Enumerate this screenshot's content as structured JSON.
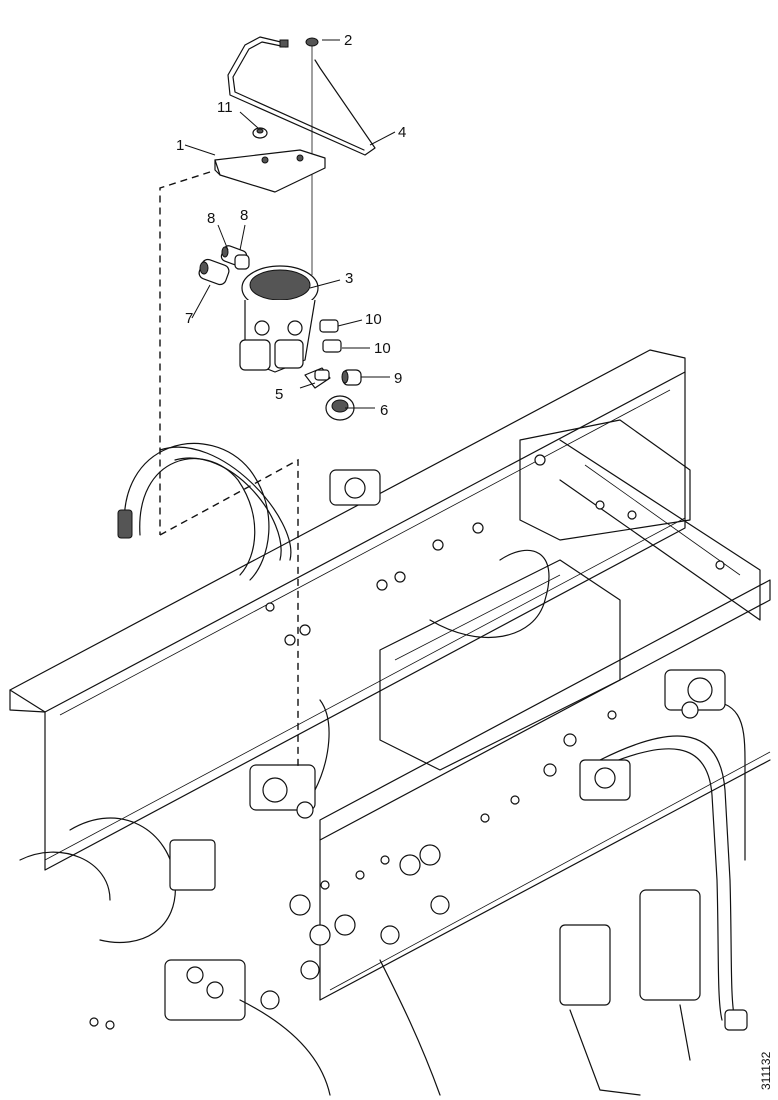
{
  "diagram": {
    "reference_number": "311132",
    "callouts": [
      {
        "id": "1",
        "label": "1"
      },
      {
        "id": "2",
        "label": "2"
      },
      {
        "id": "3",
        "label": "3"
      },
      {
        "id": "4",
        "label": "4"
      },
      {
        "id": "5",
        "label": "5"
      },
      {
        "id": "6",
        "label": "6"
      },
      {
        "id": "7",
        "label": "7"
      },
      {
        "id": "8a",
        "label": "8"
      },
      {
        "id": "8b",
        "label": "8"
      },
      {
        "id": "9",
        "label": "9"
      },
      {
        "id": "10a",
        "label": "10"
      },
      {
        "id": "10b",
        "label": "10"
      },
      {
        "id": "11",
        "label": "11"
      }
    ]
  }
}
